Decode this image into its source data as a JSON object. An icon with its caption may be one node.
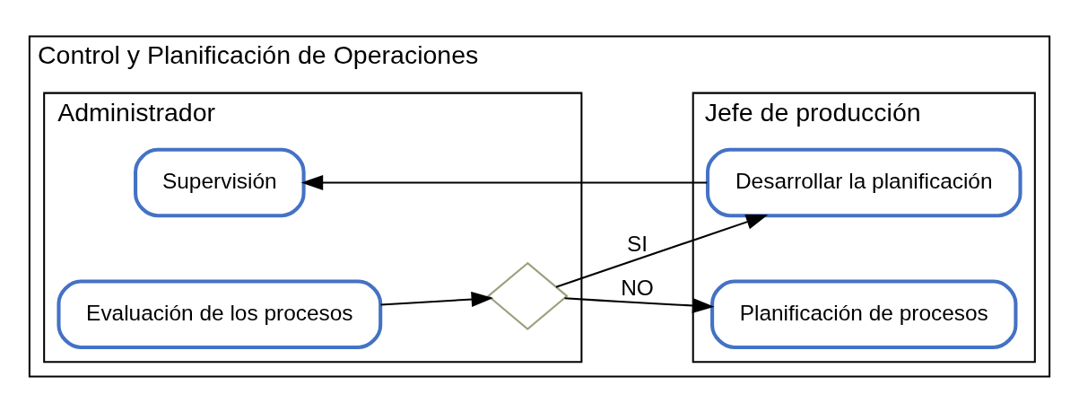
{
  "diagram": {
    "nodes": [
      {
        "text": [
          "Control y Planificación de Operaciones"
        ]
      },
      {
        "text": [
          "Administrador"
        ],
        "in": 0
      },
      {
        "text": [
          "Jefe de producción"
        ],
        "in": 0
      },
      {
        "text": [
          "Evaluación de los procesos"
        ],
        "in": 1
      },
      {
        "text": [],
        "shape": "diamond",
        "in": 1
      },
      {
        "text": [
          "Supervisión"
        ],
        "in": 1
      },
      {
        "text": [
          "Planificación de procesos"
        ],
        "in": 2
      },
      {
        "text": [
          "Desarrollar la planificación"
        ],
        "in": 2
      }
    ],
    "edges": [
      {
        "from": 3,
        "to": 4,
        "arrow": "to"
      },
      {
        "from": 4,
        "to": 6,
        "label": "NO",
        "arrow": "to"
      },
      {
        "from": 4,
        "to": 7,
        "label": "SI",
        "arrow": "to"
      },
      {
        "from": 7,
        "to": 5,
        "arrow": "to"
      }
    ]
  }
}
